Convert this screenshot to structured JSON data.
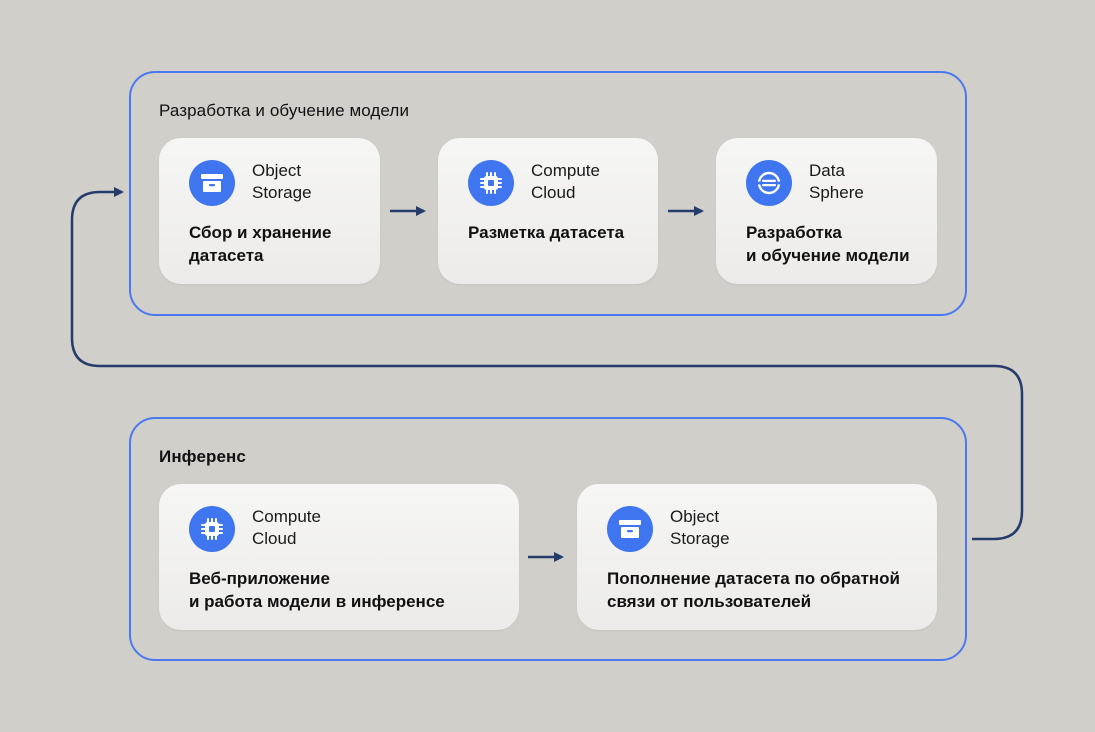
{
  "groups": {
    "training": {
      "title": "Разработка и обучение модели",
      "cards": [
        {
          "service_line1": "Object",
          "service_line2": "Storage",
          "icon": "object-storage-icon",
          "desc_line1": "Сбор и хранение",
          "desc_line2": "датасета"
        },
        {
          "service_line1": "Compute",
          "service_line2": "Cloud",
          "icon": "compute-cloud-icon",
          "desc_line1": "Разметка датасета",
          "desc_line2": ""
        },
        {
          "service_line1": "Data",
          "service_line2": "Sphere",
          "icon": "datasphere-icon",
          "desc_line1": "Разработка",
          "desc_line2": "и обучение модели"
        }
      ]
    },
    "inference": {
      "title": "Инференс",
      "cards": [
        {
          "service_line1": "Compute",
          "service_line2": "Cloud",
          "icon": "compute-cloud-icon",
          "desc_line1": "Веб-приложение",
          "desc_line2": "и работа модели в инференсе"
        },
        {
          "service_line1": "Object",
          "service_line2": "Storage",
          "icon": "object-storage-icon",
          "desc_line1": "Пополнение датасета по обратной",
          "desc_line2": "связи от пользователей"
        }
      ]
    }
  },
  "colors": {
    "background": "#d1cfca",
    "group_border": "#4a78ee",
    "icon_fill": "#3f76f0",
    "arrow": "#243b6b"
  }
}
